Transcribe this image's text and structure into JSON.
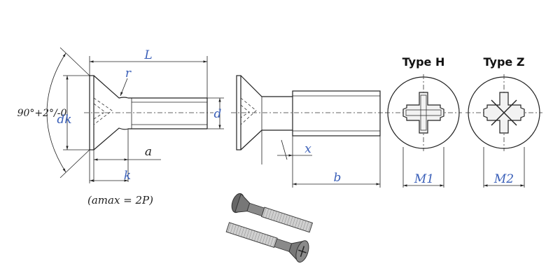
{
  "dimensions": {
    "L": "L",
    "r": "r",
    "angle": "90°+2°/-0",
    "dk": "dk",
    "d": "d",
    "a": "a",
    "k": "k",
    "x": "x",
    "b": "b",
    "M1": "M1",
    "M2": "M2"
  },
  "note": "(amax = 2P)",
  "types": {
    "h_title": "Type H",
    "z_title": "Type Z"
  },
  "colors": {
    "dimension_label": "#3a5fb8",
    "line": "#222222"
  }
}
